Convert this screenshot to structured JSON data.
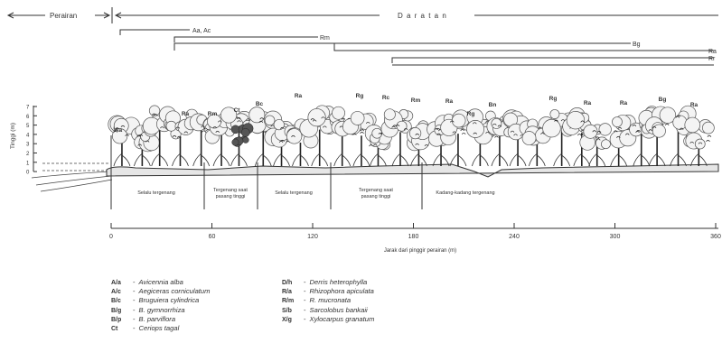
{
  "zones_top": {
    "left": "Perairan",
    "right": "D a r a t a n"
  },
  "species_ranges": [
    {
      "code": "Aa, Ac"
    },
    {
      "code": "Rm"
    },
    {
      "code": "Bg"
    },
    {
      "code": "Ra"
    },
    {
      "code": "Rr"
    }
  ],
  "y_axis": {
    "label": "Tinggi (m)",
    "ticks": [
      "7",
      "6",
      "5",
      "4",
      "3",
      "2",
      "1",
      "0"
    ]
  },
  "tree_labels": [
    "Aa",
    "Ra",
    "Rm",
    "Ct",
    "Bc",
    "Ra",
    "Rg",
    "Rc",
    "Rm",
    "Ra",
    "Rg",
    "Bn",
    "Rg",
    "Ra",
    "Ra",
    "Bg",
    "Ra"
  ],
  "ground_zones": [
    "Selalu tergenang",
    "Tergenang saat pasang tinggi",
    "Selalu tergenang",
    "Tergenang saat pasang tinggi",
    "Kadang-kadang tergenang"
  ],
  "x_axis": {
    "ticks": [
      "0",
      "60",
      "120",
      "180",
      "240",
      "300",
      "360"
    ],
    "label": "Jarak dari pinggir perairan (m)"
  },
  "legend_left": [
    {
      "code": "A/a",
      "name": "Avicennia alba"
    },
    {
      "code": "A/c",
      "name": "Aegiceras corniculatum"
    },
    {
      "code": "B/c",
      "name": "Bruguiera cylindrica"
    },
    {
      "code": "B/g",
      "name": "B. gymnorrhiza"
    },
    {
      "code": "B/p",
      "name": "B. parviflora"
    },
    {
      "code": "Ct",
      "name": "Ceriops tagal"
    }
  ],
  "legend_right": [
    {
      "code": "D/h",
      "name": "Derris heterophylla"
    },
    {
      "code": "R/a",
      "name": "Rhizophora apiculata"
    },
    {
      "code": "R/m",
      "name": "R. mucronata"
    },
    {
      "code": "S/b",
      "name": "Sarcolobus bankaii"
    },
    {
      "code": "X/g",
      "name": "Xylocarpus granatum"
    }
  ]
}
